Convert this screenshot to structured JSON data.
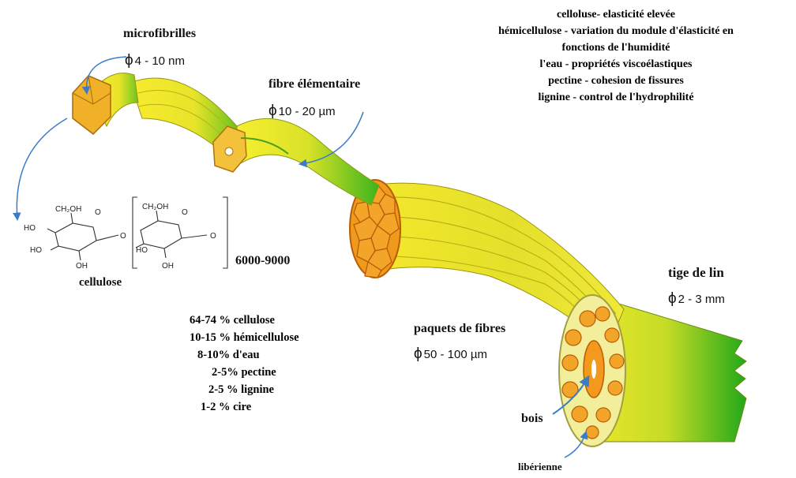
{
  "properties": [
    "celloluse-  elasticité elevée",
    "hémicellulose - variation du module d'élasticité en",
    "fonctions de l'humidité",
    "l'eau - propriétés viscoélastiques",
    "pectine - cohesion de fissures",
    "lignine - control de l'hydrophilité"
  ],
  "labels": {
    "microfibrilles": {
      "name": "microfibrilles",
      "symbol": "ϕ",
      "dimension": "4 - 10 nm"
    },
    "fibre_elementaire": {
      "name": "fibre élémentaire",
      "symbol": "ϕ",
      "dimension": "10 - 20  µm"
    },
    "paquets_de_fibres": {
      "name": "paquets de fibres",
      "symbol": "ϕ",
      "dimension": "50 - 100  µm"
    },
    "tige_de_lin": {
      "name": "tige de lin",
      "symbol": "ϕ",
      "dimension": "2 - 3 mm"
    },
    "bois": "bois",
    "liberienne": "libérienne"
  },
  "cellulose": {
    "name": "cellulose",
    "degree_of_polymerization": "6000-9000",
    "formula_labels": {
      "ch2oh": "CH₂OH",
      "ho": "HO",
      "oh": "OH",
      "o": "O"
    }
  },
  "composition": [
    "64-74 % cellulose",
    "10-15 % hémicellulose",
    "8-10% d'eau",
    "2-5%  pectine",
    "2-5 % lignine",
    "1-2 % cire"
  ],
  "colors": {
    "fiber_yellow": "#f2ea2a",
    "fiber_green": "#1faa1a",
    "cell_orange": "#f09a1c",
    "cell_border": "#b85c08",
    "arrow_blue": "#3a7cc9"
  }
}
